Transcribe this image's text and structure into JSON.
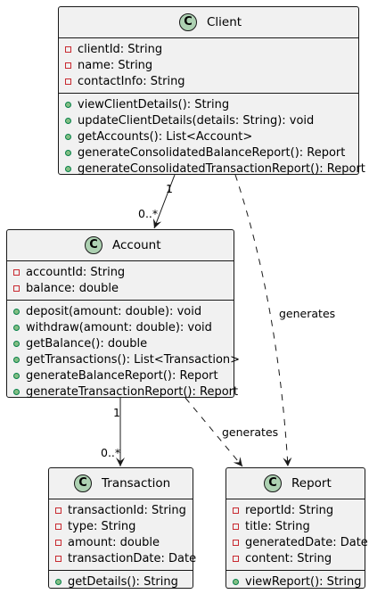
{
  "classes": {
    "client": {
      "stereotype": "C",
      "name": "Client",
      "attributes": [
        "clientId: String",
        "name: String",
        "contactInfo: String"
      ],
      "methods": [
        "viewClientDetails(): String",
        "updateClientDetails(details: String): void",
        "getAccounts(): List<Account>",
        "generateConsolidatedBalanceReport(): Report",
        "generateConsolidatedTransactionReport(): Report"
      ]
    },
    "account": {
      "stereotype": "C",
      "name": "Account",
      "attributes": [
        "accountId: String",
        "balance: double"
      ],
      "methods": [
        "deposit(amount: double): void",
        "withdraw(amount: double): void",
        "getBalance(): double",
        "getTransactions(): List<Transaction>",
        "generateBalanceReport(): Report",
        "generateTransactionReport(): Report"
      ]
    },
    "transaction": {
      "stereotype": "C",
      "name": "Transaction",
      "attributes": [
        "transactionId: String",
        "type: String",
        "amount: double",
        "transactionDate: Date"
      ],
      "methods": [
        "getDetails(): String"
      ]
    },
    "report": {
      "stereotype": "C",
      "name": "Report",
      "attributes": [
        "reportId: String",
        "title: String",
        "generatedDate: Date",
        "content: String"
      ],
      "methods": [
        "viewReport(): String"
      ]
    }
  },
  "relations": {
    "client_account": {
      "from_mult": "1",
      "to_mult": "0..*"
    },
    "client_report": {
      "label": "generates"
    },
    "account_transaction": {
      "from_mult": "1",
      "to_mult": "0..*"
    },
    "account_report": {
      "label": "generates"
    }
  },
  "colors": {
    "class_fill": "#f1f1f1",
    "border": "#181818",
    "circle": "#add1b2",
    "private": "#c82930",
    "public": "#84be84"
  }
}
